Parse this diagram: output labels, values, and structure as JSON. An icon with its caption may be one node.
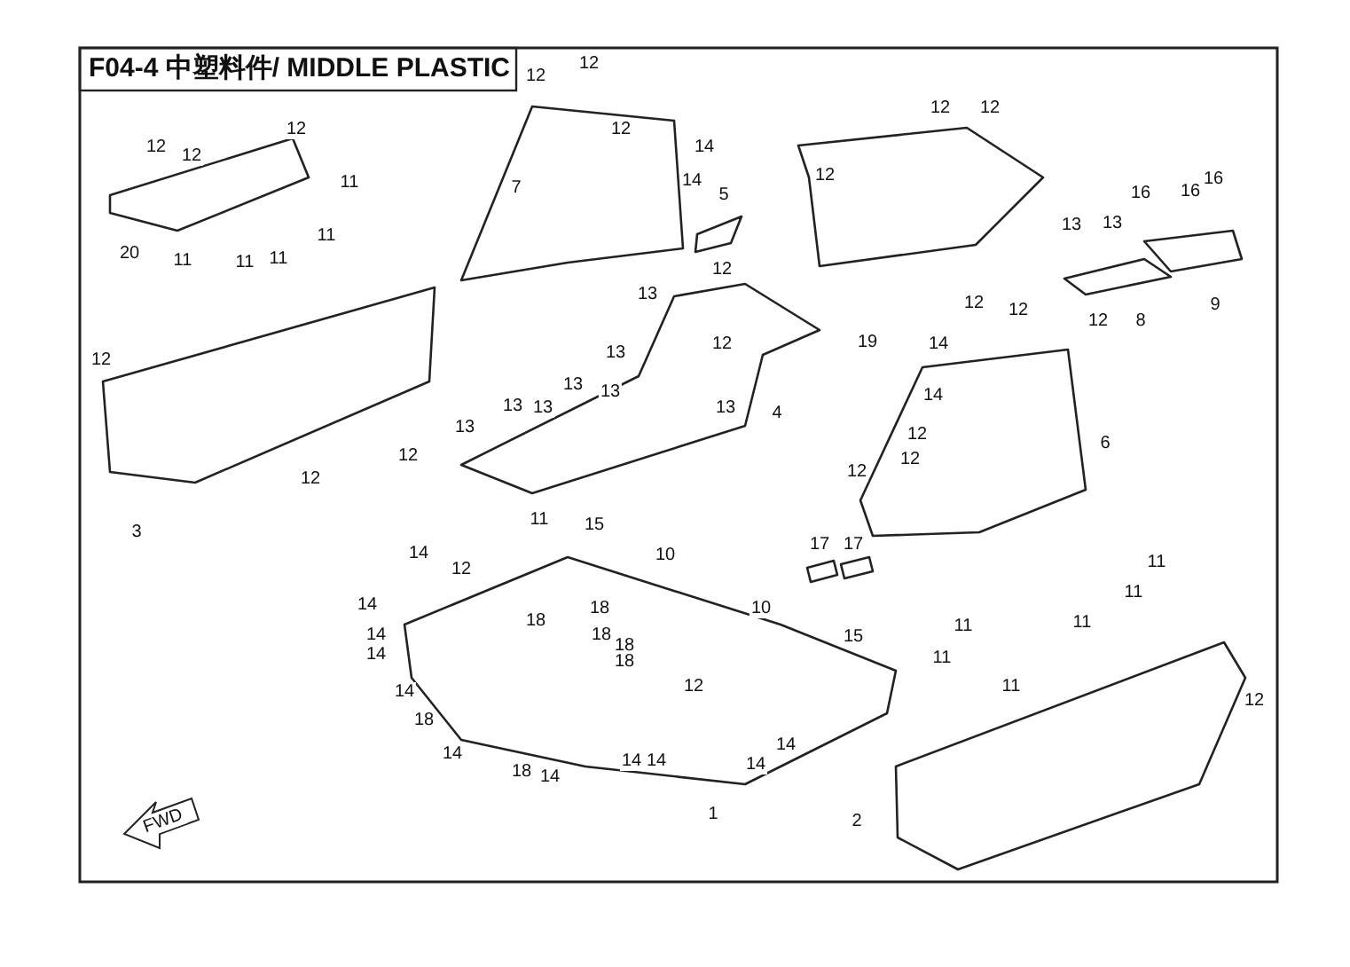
{
  "diagram": {
    "title": "F04-4 中塑料件/ MIDDLE PLASTIC",
    "labels": [
      "12",
      "12",
      "12",
      "12",
      "12",
      "12",
      "12",
      "12",
      "14",
      "11",
      "7",
      "14",
      "5",
      "12",
      "16",
      "16",
      "16",
      "11",
      "13",
      "13",
      "20",
      "11",
      "11",
      "11",
      "12",
      "13",
      "12",
      "12",
      "12",
      "8",
      "9",
      "12",
      "13",
      "12",
      "19",
      "14",
      "13",
      "13",
      "13",
      "13",
      "13",
      "4",
      "14",
      "13",
      "12",
      "6",
      "12",
      "12",
      "12",
      "12",
      "3",
      "11",
      "15",
      "14",
      "10",
      "17",
      "17",
      "12",
      "11",
      "11",
      "14",
      "18",
      "10",
      "18",
      "11",
      "11",
      "14",
      "18",
      "15",
      "18",
      "14",
      "18",
      "11",
      "12",
      "11",
      "14",
      "12",
      "18",
      "14",
      "14",
      "14",
      "14",
      "14",
      "18",
      "14",
      "FWD",
      "1",
      "2"
    ]
  }
}
